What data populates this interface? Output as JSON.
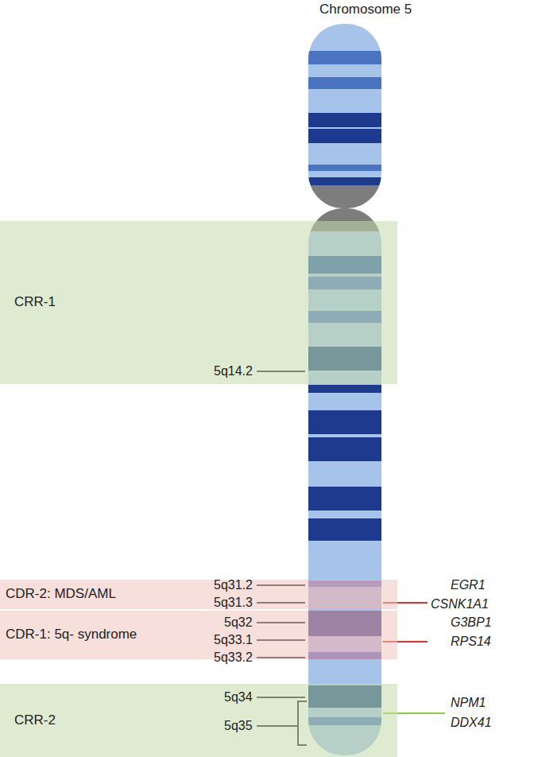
{
  "diagram": {
    "title": "Chromosome 5",
    "nodes": [
      {
        "text": [
          "CRR-1"
        ]
      },
      {
        "text": [
          "CDR-2: MDS/AML"
        ]
      },
      {
        "text": [
          "CDR-1: 5q- syndrome"
        ]
      },
      {
        "text": [
          "CRR-2"
        ]
      }
    ],
    "edges": [],
    "labels": [
      "5q14.2",
      "5q31.2",
      "5q31.3",
      "5q32",
      "5q33.1",
      "5q33.2",
      "5q34",
      "5q35",
      "EGR1",
      "CSNK1A1",
      "G3BP1",
      "RPS14",
      "NPM1",
      "DDX41"
    ]
  }
}
